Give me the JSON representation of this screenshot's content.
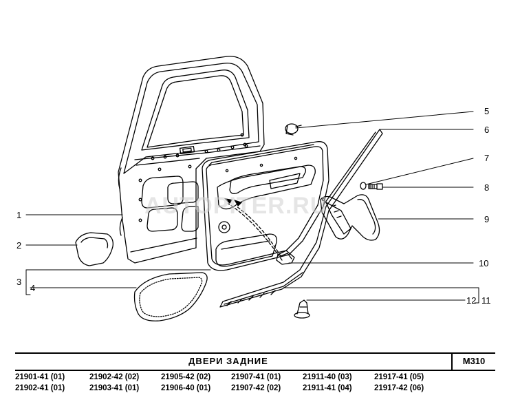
{
  "watermark": "AUTOPITER.RU",
  "callouts": [
    "1",
    "2",
    "3",
    "4",
    "5",
    "6",
    "7",
    "8",
    "9",
    "10",
    "12",
    "11"
  ],
  "title": "ДВЕРИ   ЗАДНИЕ",
  "sheet_code": "M310",
  "codes": [
    [
      "21901-41 (01)",
      "21902-42 (02)",
      "21905-42 (02)",
      "21907-41 (01)",
      "21911-40 (03)",
      "21917-41 (05)"
    ],
    [
      "21902-41 (01)",
      "21903-41 (01)",
      "21906-40 (01)",
      "21907-42 (02)",
      "21911-41 (04)",
      "21917-42 (06)"
    ]
  ]
}
